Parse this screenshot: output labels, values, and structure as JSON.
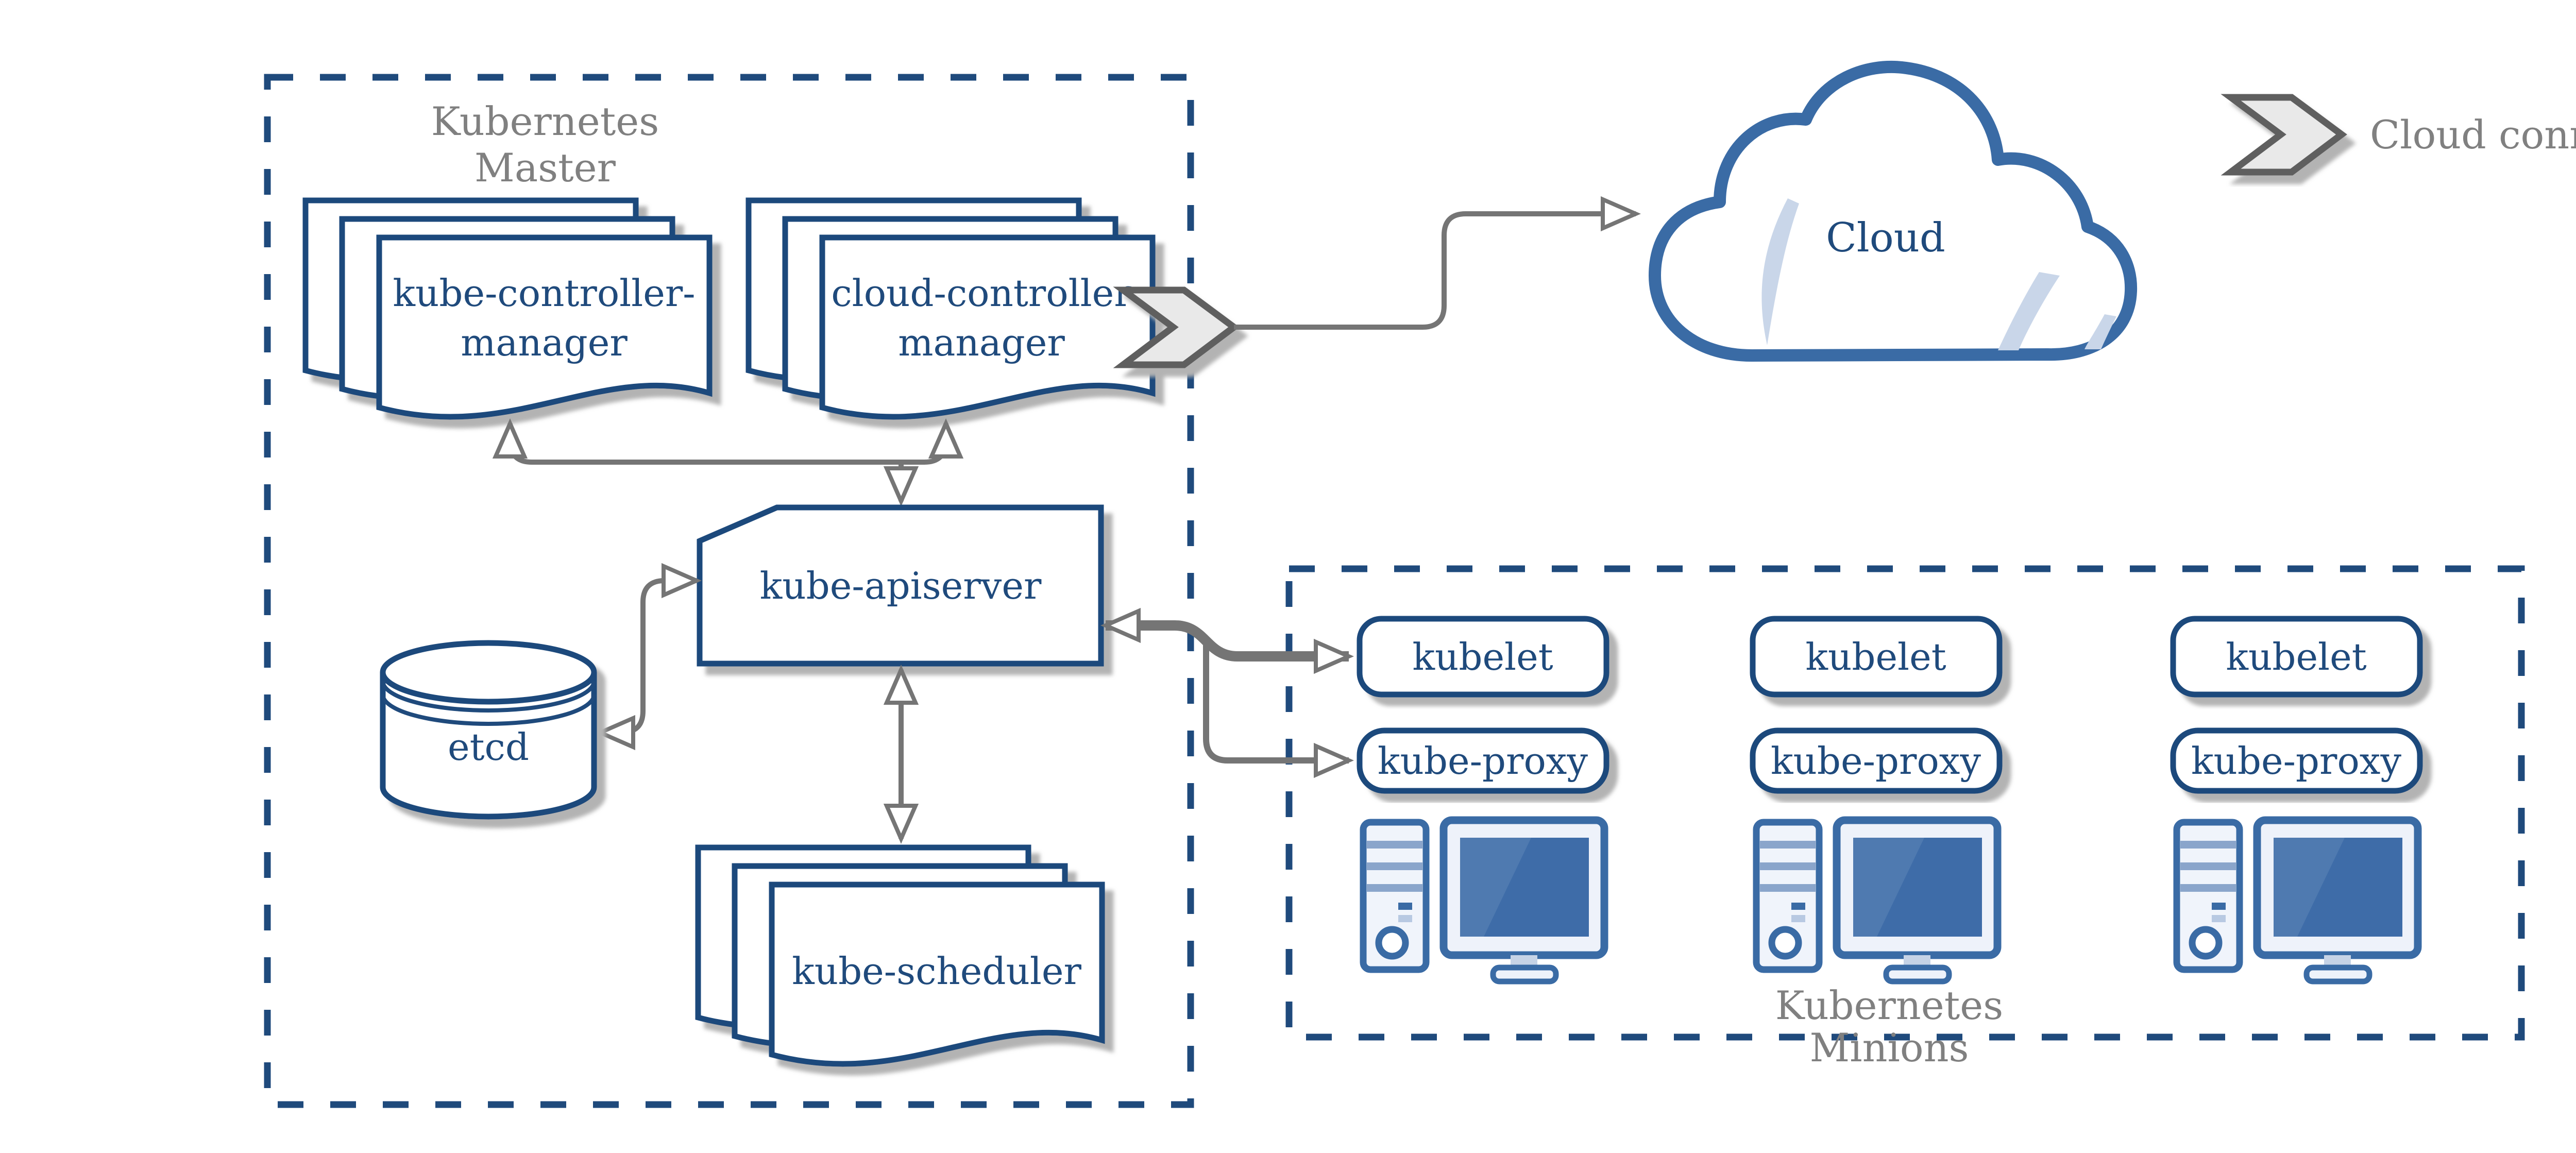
{
  "colors": {
    "navy": "#1f4a7c",
    "icon_blue": "#3a6ba5",
    "screen_blue": "#3e6ca8",
    "screen_highlight": "#4f7ab0",
    "sliver_blue": "#c9d6e9",
    "arrow_gray": "#757575",
    "label_gray": "#808080",
    "shadow_gray": "#b3b3b3",
    "chevron_fill": "#e9e9e9"
  },
  "master": {
    "label": {
      "line1": "Kubernetes",
      "line2": "Master"
    },
    "kube_controller_manager": {
      "line1": "kube-controller-",
      "line2": "manager"
    },
    "cloud_controller_manager": {
      "line1": "cloud-controller",
      "line2": "manager"
    },
    "kube_apiserver": "kube-apiserver",
    "etcd": "etcd",
    "kube_scheduler": "kube-scheduler"
  },
  "cloud": {
    "label": "Cloud"
  },
  "legend": {
    "label": "Cloud connector"
  },
  "minions": {
    "label": {
      "line1": "Kubernetes",
      "line2": "Minions"
    },
    "nodes": [
      {
        "kubelet": "kubelet",
        "kube_proxy": "kube-proxy"
      },
      {
        "kubelet": "kubelet",
        "kube_proxy": "kube-proxy"
      },
      {
        "kubelet": "kubelet",
        "kube_proxy": "kube-proxy"
      }
    ]
  }
}
